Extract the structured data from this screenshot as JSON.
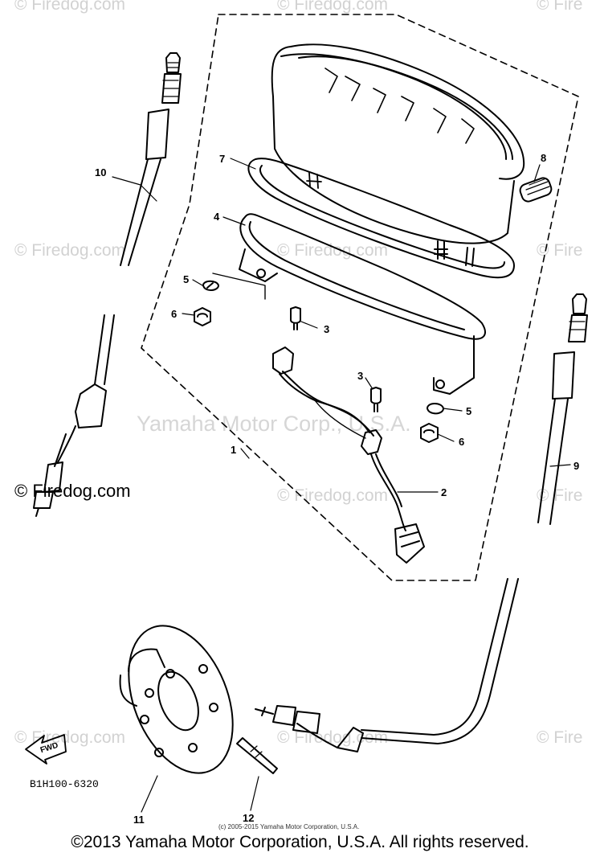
{
  "watermarks": {
    "top_left": "© Firedog.com",
    "top_center": "© Firedog.com",
    "top_right": "© Fire",
    "mid_left": "© Firedog.com",
    "mid_center": "© Firedog.com",
    "mid_right": "© Fire",
    "lower_left": "© Firedog.com",
    "lower_center": "© Firedog.com",
    "lower_right": "© Fire",
    "bottom_left": "© Firedog.com",
    "bottom_center": "© Firedog.com",
    "bottom_right": "© Fire",
    "center": "Yamaha Motor Corp., U.S.A."
  },
  "callouts": [
    "1",
    "2",
    "3",
    "3",
    "4",
    "5",
    "5",
    "6",
    "6",
    "7",
    "8",
    "9",
    "10",
    "11",
    "12"
  ],
  "part_code": "B1H100-6320",
  "fwd_label": "FWD",
  "small_copyright": "(c) 2005-2015 Yamaha Motor Corporation, U.S.A.",
  "footer_copyright": "©2013 Yamaha Motor Corporation, U.S.A. All rights reserved."
}
